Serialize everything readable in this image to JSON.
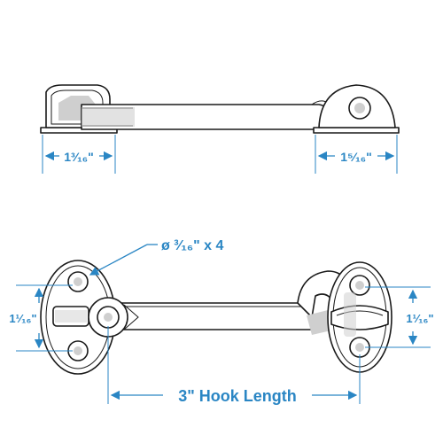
{
  "colors": {
    "dimension": "#2a86c4",
    "outline": "#1a1a1a"
  },
  "dimensions": {
    "top_left_width": "1³⁄₁₆\"",
    "top_right_width": "1⁵⁄₁₆\"",
    "screw_hole_callout": "ø ³⁄₁₆\" x 4",
    "left_plate_height": "1¹⁄₁₆\"",
    "right_plate_height": "1¹⁄₁₆\"",
    "hook_length": "3\" Hook Length"
  }
}
